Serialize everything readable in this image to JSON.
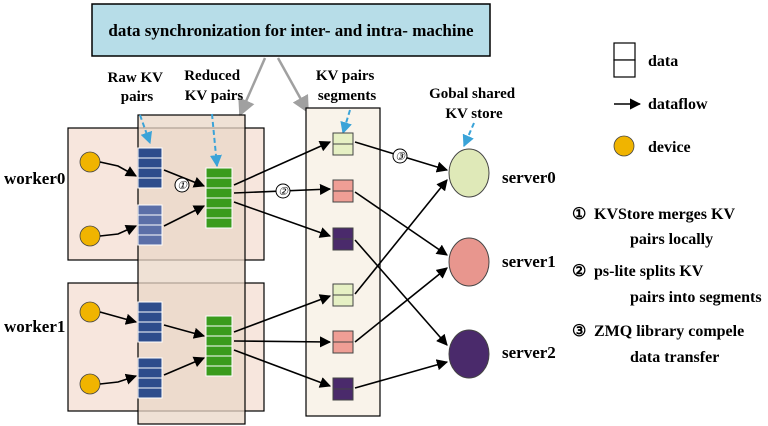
{
  "banner": {
    "text": "data synchronization for inter- and intra- machine"
  },
  "column_labels": {
    "raw_kv": [
      "Raw KV",
      "pairs"
    ],
    "reduced_kv": [
      "Reduced",
      "KV pairs"
    ],
    "segments": [
      "KV pairs",
      "segments"
    ],
    "global_store": [
      "Gobal shared",
      "KV store"
    ]
  },
  "workers": [
    "worker0",
    "worker1"
  ],
  "servers": [
    "server0",
    "server1",
    "server2"
  ],
  "step_markers": [
    "①",
    "②",
    "③"
  ],
  "legend": [
    {
      "icon": "data-icon",
      "label": "data"
    },
    {
      "icon": "dataflow-arrow-icon",
      "label": "dataflow"
    },
    {
      "icon": "device-icon",
      "label": "device"
    }
  ],
  "notes": [
    {
      "marker": "①",
      "lines": [
        "KVStore merges KV",
        "pairs locally"
      ]
    },
    {
      "marker": "②",
      "lines": [
        "ps-lite splits KV",
        "pairs into segments"
      ]
    },
    {
      "marker": "③",
      "lines": [
        "ZMQ library compele",
        "data transfer"
      ]
    }
  ],
  "colors": {
    "banner_fill": "#b7dde8",
    "worker_fill": "#f7e6dd",
    "reduced_band_fill": "#ead7c7",
    "device": "#f0b400",
    "raw_blue": "#2e4d8c",
    "raw_lightblue": "#5b6fa8",
    "reduced_green": "#3a9b1c",
    "seg_green": "#e6f0c4",
    "seg_pink": "#ef9e95",
    "seg_purple": "#4a2a6b",
    "server0": "#dfe9b8",
    "server1": "#e8968e",
    "server2": "#4a2a6b",
    "arrow_blue": "#3aa3d8"
  }
}
